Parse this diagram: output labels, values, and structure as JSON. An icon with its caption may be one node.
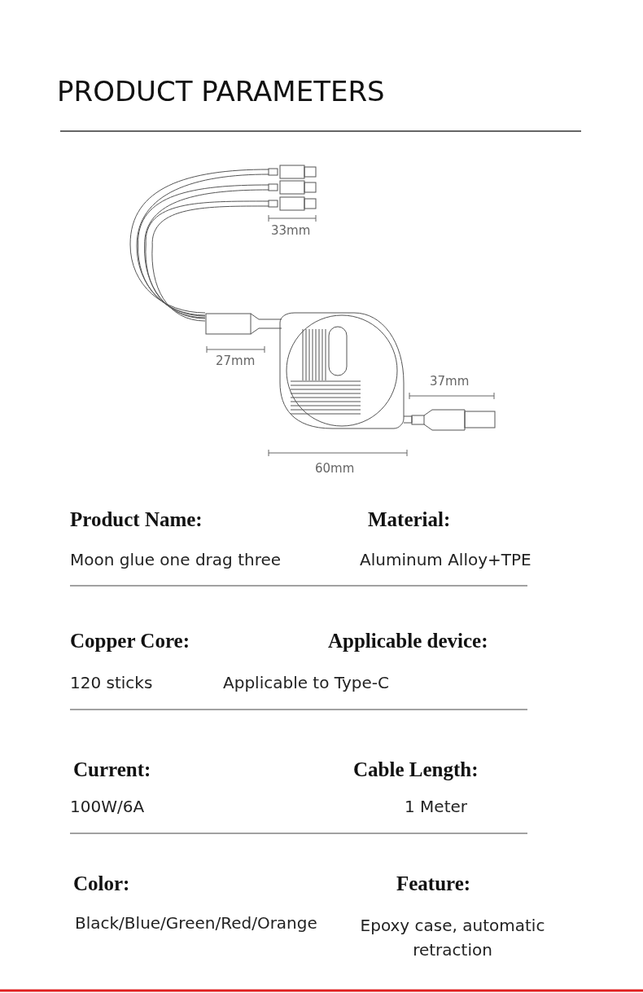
{
  "diagram": {
    "title": "PRODUCT PARAMETERS",
    "labels": [
      "33mm",
      "27mm",
      "37mm",
      "60mm",
      "Product Name:",
      "Material:",
      "Moon glue one drag three",
      "Aluminum Alloy+TPE",
      "Copper Core:",
      "Applicable device:",
      "120 sticks",
      "Applicable to Type-C",
      "Current:",
      "Cable Length:",
      "100W/6A",
      "1 Meter",
      "Color:",
      "Feature:",
      "Black/Blue/Green/Red/Orange",
      "Epoxy case, automatic retraction"
    ]
  }
}
